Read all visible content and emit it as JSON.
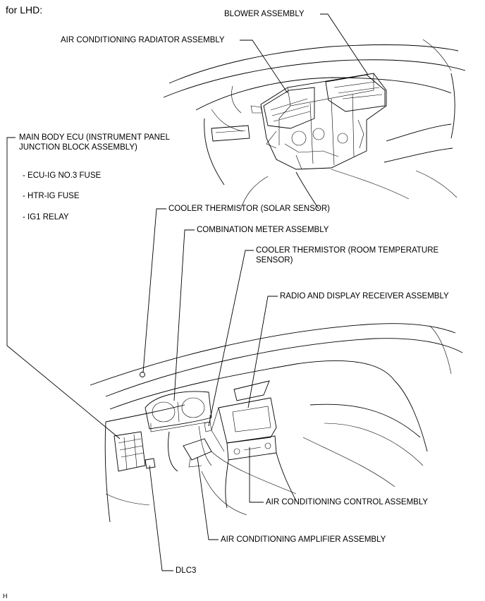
{
  "header": {
    "variant_label": "for LHD:"
  },
  "labels": {
    "blower": "BLOWER ASSEMBLY",
    "radiator": "AIR CONDITIONING RADIATOR ASSEMBLY",
    "main_ecu_line1": "MAIN BODY ECU (INSTRUMENT PANEL",
    "main_ecu_line2": "JUNCTION BLOCK ASSEMBLY)",
    "fuses": [
      "- ECU-IG NO.3 FUSE",
      "- HTR-IG FUSE",
      "- IG1 RELAY"
    ],
    "solar_sensor": "COOLER THERMISTOR (SOLAR SENSOR)",
    "meter": "COMBINATION METER ASSEMBLY",
    "room_temp_line1": "COOLER THERMISTOR (ROOM TEMPERATURE",
    "room_temp_line2": "SENSOR)",
    "radio": "RADIO AND DISPLAY RECEIVER ASSEMBLY",
    "ac_control": "AIR CONDITIONING CONTROL ASSEMBLY",
    "ac_amplifier": "AIR CONDITIONING AMPLIFIER ASSEMBLY",
    "dlc3": "DLC3"
  },
  "footer": {
    "code": "H"
  }
}
